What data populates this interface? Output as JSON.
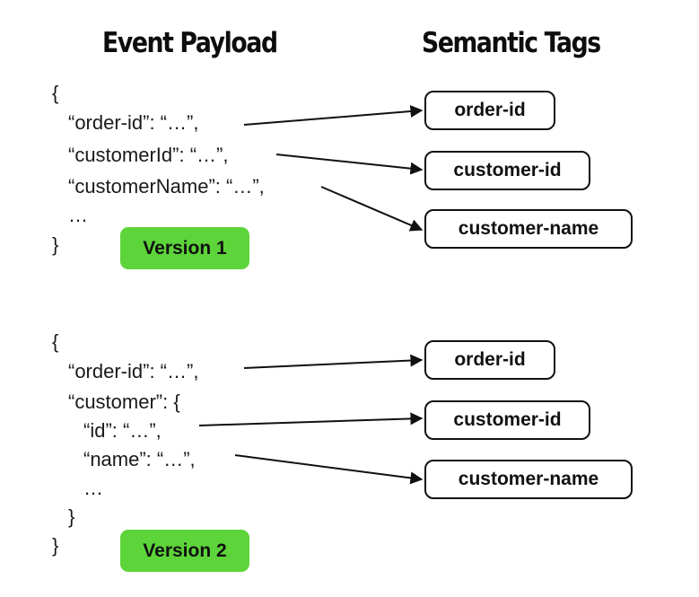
{
  "headings": {
    "payload": "Event Payload",
    "tags": "Semantic Tags"
  },
  "version1": {
    "badge": "Version 1",
    "lines": [
      "{",
      "“order-id”: “…”,",
      "“customerId”: “…”,",
      "“customerName”: “…”,",
      "…",
      "}"
    ],
    "tags": [
      "order-id",
      "customer-id",
      "customer-name"
    ]
  },
  "version2": {
    "badge": "Version 2",
    "lines": [
      "{",
      "“order-id”: “…”,",
      "“customer”: {",
      "“id”: “…”,",
      "“name”: “…”,",
      "…",
      "}",
      "}"
    ],
    "tags": [
      "order-id",
      "customer-id",
      "customer-name"
    ]
  },
  "colors": {
    "badge": "#5dd43a",
    "stroke": "#111111"
  }
}
